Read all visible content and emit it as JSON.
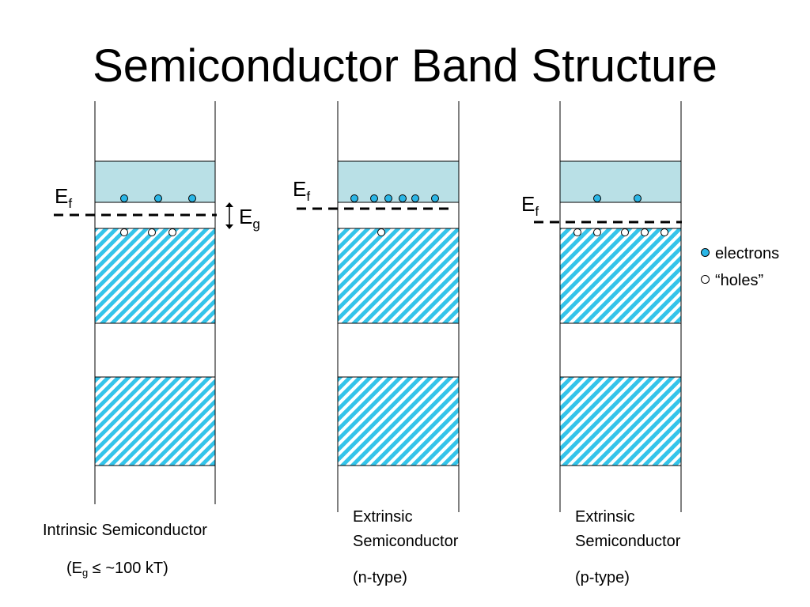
{
  "title": "Semiconductor Band Structure",
  "colors": {
    "conduction_fill": "#b9e0e6",
    "hatch_color": "#34c4ea",
    "electron": "#2ab6e6",
    "hole": "#ffffff",
    "outline": "#000000"
  },
  "panels": [
    {
      "key": "intrinsic",
      "fermi_symbol": "E",
      "fermi_subscript": "f",
      "gap_symbol": "E",
      "gap_subscript": "g",
      "electron_count": 3,
      "hole_count": 3,
      "caption_lines": [
        "Intrinsic Semiconductor"
      ],
      "note_prefix": "(E",
      "note_sub": "g",
      "note_suffix": " ≤ ~100 kT)"
    },
    {
      "key": "n-type",
      "fermi_symbol": "E",
      "fermi_subscript": "f",
      "electron_count": 6,
      "hole_count": 1,
      "caption_lines": [
        "Extrinsic",
        "Semiconductor"
      ],
      "type_label": "(n-type)"
    },
    {
      "key": "p-type",
      "fermi_symbol": "E",
      "fermi_subscript": "f",
      "electron_count": 2,
      "hole_count": 5,
      "caption_lines": [
        "Extrinsic",
        "Semiconductor"
      ],
      "type_label": "(p-type)"
    }
  ],
  "legend": {
    "electrons": "electrons",
    "holes": "“holes”"
  }
}
